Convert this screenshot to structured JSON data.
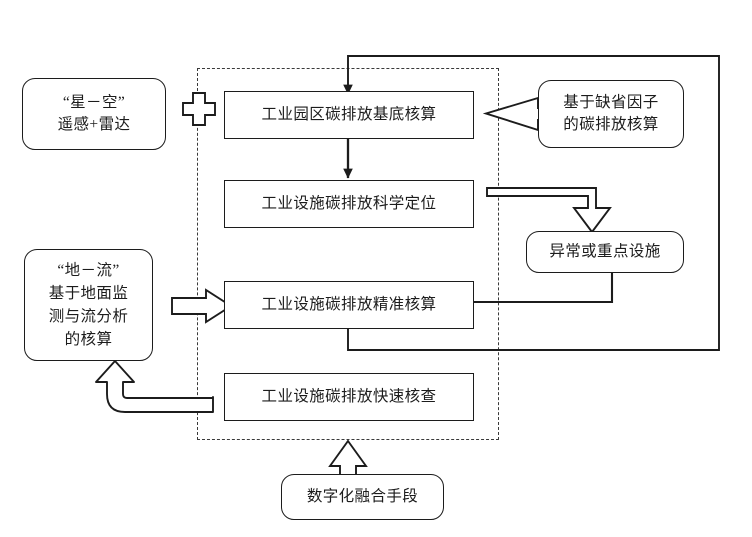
{
  "diagram": {
    "title": "industrial-park-carbon-accounting-flow",
    "colors": {
      "stroke": "#1c1c1c",
      "dashed_stroke": "#3a3a3a",
      "background": "#ffffff"
    },
    "dashed_group": {
      "name": "core-accounting-framework"
    },
    "nodes": {
      "star_sky": {
        "label": "“星－空”\n遥感+雷达"
      },
      "ground_flow": {
        "label": "“地－流”\n基于地面监\n测与流分析\n的核算"
      },
      "default_factor": {
        "label": "基于缺省因子\n的碳排放核算"
      },
      "abnormal_facility": {
        "label": "异常或重点设施"
      },
      "baseline": {
        "label": "工业园区碳排放基底核算"
      },
      "locating": {
        "label": "工业设施碳排放科学定位"
      },
      "precise": {
        "label": "工业设施碳排放精准核算"
      },
      "rapid_check": {
        "label": "工业设施碳排放快速核查"
      },
      "digital_means": {
        "label": "数字化融合手段"
      }
    },
    "connectors": {
      "plus_symbol": "+",
      "arrow_into_baseline_top": "feedback-loop-arrow",
      "arrow_baseline_to_locating": "down-arrow",
      "arrow_default_factor_to_baseline": "hollow-left-arrow",
      "arrow_locating_to_abnormal": "hollow-down-arrow",
      "arrow_abnormal_to_precise": "left-arrow",
      "arrow_ground_flow_to_precise": "hollow-right-arrow",
      "arrow_rapid_to_ground_flow": "hollow-curved-up-arrow",
      "arrow_digital_means_up": "hollow-up-arrow"
    }
  }
}
